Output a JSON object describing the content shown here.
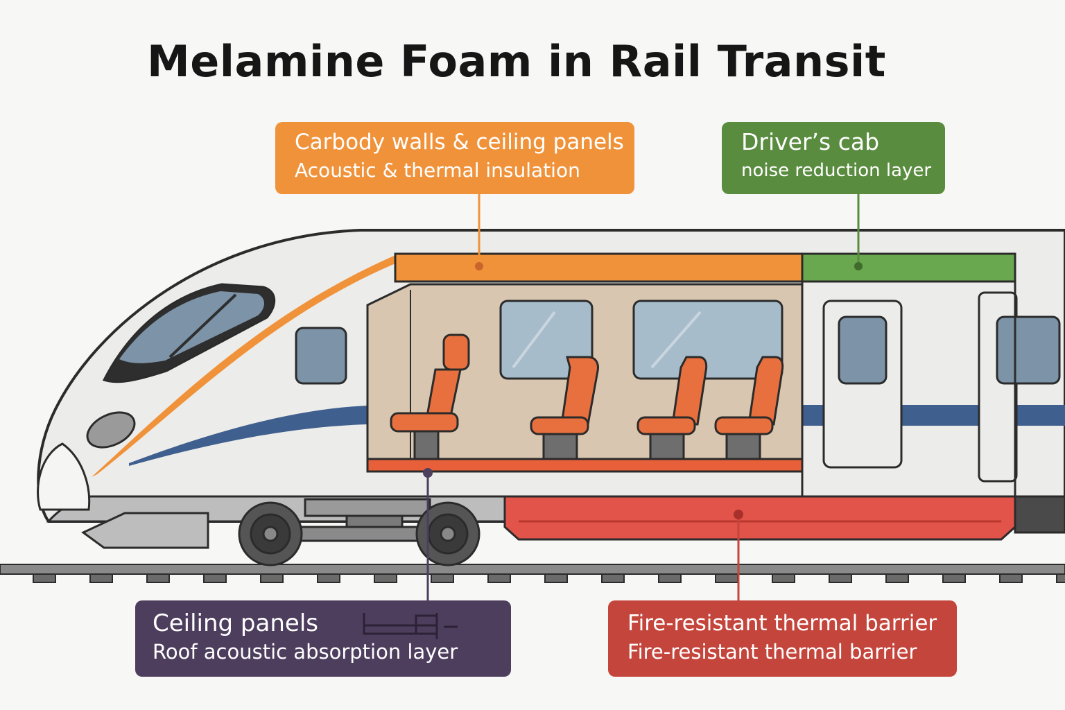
{
  "title": "Melamine Foam in Rail Transit",
  "callouts": {
    "carbody": {
      "line1": "Carbody walls & ceiling panels",
      "line2": "Acoustic & thermal insulation",
      "color": "#f0923a"
    },
    "cab": {
      "line1": "Driver’s cab",
      "line2": "noise reduction layer",
      "color": "#5a8c40"
    },
    "ceiling": {
      "line1": "Ceiling panels",
      "line2": "Roof acoustic absorption layer",
      "color": "#4d3e5e"
    },
    "fire": {
      "line1": "Fire-resistant thermal barrier",
      "line2": "Fire-resistant thermal barrier",
      "color": "#c4453c"
    }
  },
  "colors": {
    "train_body": "#ececea",
    "stripe": "#3f5f8e",
    "window": "#7c93a8",
    "interior": "#d9c6b0",
    "seat": "#e8703e",
    "floor_layer": "#e8603a",
    "underframe_layer": "#e2534a",
    "outline": "#2b2b2b"
  }
}
